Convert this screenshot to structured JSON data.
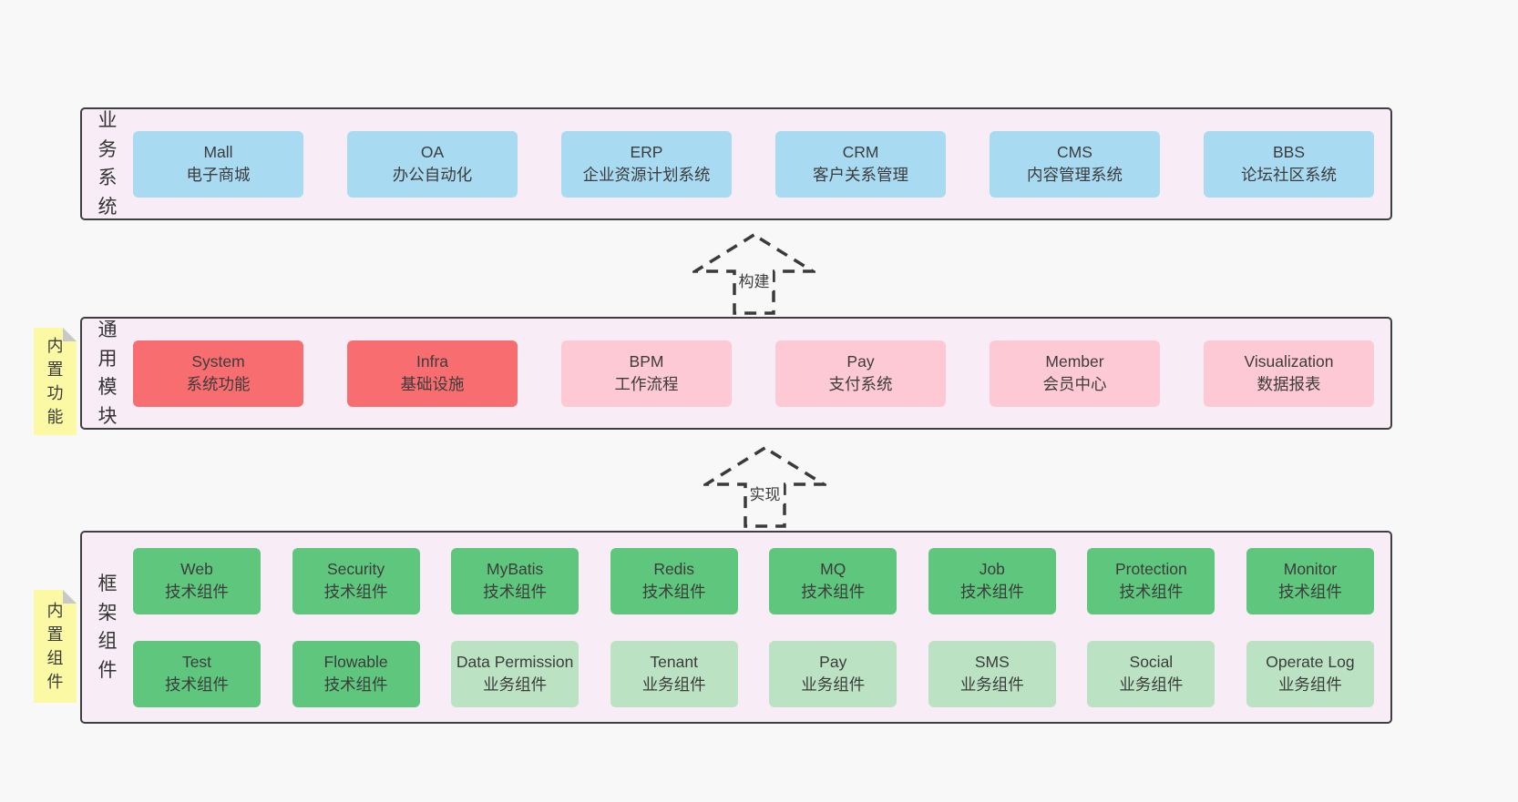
{
  "colors": {
    "page_bg": "#f8f8f8",
    "layer_bg": "#f8edf6",
    "layer_border": "#3f3f3f",
    "blue_box": "#a8daf2",
    "red_box": "#f76d70",
    "pink_box": "#fcc9d4",
    "green_box": "#5fc77d",
    "light_green_box": "#bbe3c3",
    "note_yellow": "#fbf9a3",
    "note_fold_gray": "#c8c8c8",
    "text": "#3c3c3c"
  },
  "arrows": [
    {
      "label": "构建"
    },
    {
      "label": "实现"
    }
  ],
  "layers": [
    {
      "id": "business-systems",
      "label": "业务系统",
      "boxes": [
        {
          "title": "Mall",
          "subtitle": "电子商城"
        },
        {
          "title": "OA",
          "subtitle": "办公自动化"
        },
        {
          "title": "ERP",
          "subtitle": "企业资源计划系统"
        },
        {
          "title": "CRM",
          "subtitle": "客户关系管理"
        },
        {
          "title": "CMS",
          "subtitle": "内容管理系统"
        },
        {
          "title": "BBS",
          "subtitle": "论坛社区系统"
        }
      ]
    },
    {
      "id": "common-modules",
      "label": "通用模块",
      "note": "内置功能",
      "boxes": [
        {
          "title": "System",
          "subtitle": "系统功能"
        },
        {
          "title": "Infra",
          "subtitle": "基础设施"
        },
        {
          "title": "BPM",
          "subtitle": "工作流程"
        },
        {
          "title": "Pay",
          "subtitle": "支付系统"
        },
        {
          "title": "Member",
          "subtitle": "会员中心"
        },
        {
          "title": "Visualization",
          "subtitle": "数据报表"
        }
      ]
    },
    {
      "id": "framework-components",
      "label": "框架组件",
      "note": "内置组件",
      "rows": [
        [
          {
            "title": "Web",
            "subtitle": "技术组件"
          },
          {
            "title": "Security",
            "subtitle": "技术组件"
          },
          {
            "title": "MyBatis",
            "subtitle": "技术组件"
          },
          {
            "title": "Redis",
            "subtitle": "技术组件"
          },
          {
            "title": "MQ",
            "subtitle": "技术组件"
          },
          {
            "title": "Job",
            "subtitle": "技术组件"
          },
          {
            "title": "Protection",
            "subtitle": "技术组件"
          },
          {
            "title": "Monitor",
            "subtitle": "技术组件"
          }
        ],
        [
          {
            "title": "Test",
            "subtitle": "技术组件"
          },
          {
            "title": "Flowable",
            "subtitle": "技术组件"
          },
          {
            "title": "Data Permission",
            "subtitle": "业务组件"
          },
          {
            "title": "Tenant",
            "subtitle": "业务组件"
          },
          {
            "title": "Pay",
            "subtitle": "业务组件"
          },
          {
            "title": "SMS",
            "subtitle": "业务组件"
          },
          {
            "title": "Social",
            "subtitle": "业务组件"
          },
          {
            "title": "Operate Log",
            "subtitle": "业务组件"
          }
        ]
      ]
    }
  ]
}
